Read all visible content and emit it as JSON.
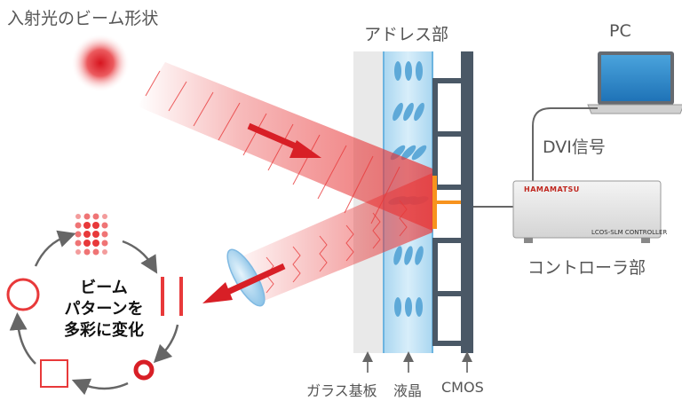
{
  "labels": {
    "incident_beam": "入射光のビーム形状",
    "address_section": "アドレス部",
    "pc": "PC",
    "dvi_signal": "DVI信号",
    "controller": "コントローラ部",
    "glass_substrate": "ガラス基板",
    "liquid_crystal": "液晶",
    "cmos": "CMOS",
    "beam_pattern_line1": "ビーム",
    "beam_pattern_line2": "パターンを",
    "beam_pattern_line3": "多彩に変化"
  },
  "controller_device": {
    "brand": "HAMAMATSU",
    "model": "LCOS-SLM CONTROLLER"
  },
  "colors": {
    "beam_red": "#e8393a",
    "arrow_red": "#d81f26",
    "lc_blue": "#5ea9d8",
    "cmos_dark": "#4a5866",
    "glass_gray": "#e9e9e9",
    "hotspot_orange": "#f7931e",
    "cycle_arrow_gray": "#666666"
  },
  "icons": [
    "laptop-icon",
    "controller-box-icon",
    "lens-icon"
  ]
}
